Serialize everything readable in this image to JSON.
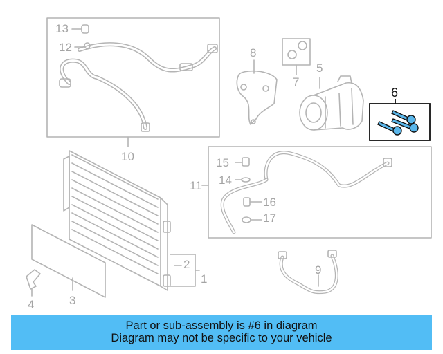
{
  "callouts": {
    "c1": "1",
    "c2": "2",
    "c3": "3",
    "c4": "4",
    "c5": "5",
    "c6": "6",
    "c7": "7",
    "c8": "8",
    "c9": "9",
    "c10": "10",
    "c11": "11",
    "c12": "12",
    "c13": "13",
    "c14": "14",
    "c15": "15",
    "c16": "16",
    "c17": "17"
  },
  "highlighted_part": "6",
  "colors": {
    "line": "#b4b4b4",
    "callout": "#a4a4a4",
    "highlight_box": "#111111",
    "bolt_fill": "#5ab6ea",
    "banner": "#52bdf5"
  },
  "banner": {
    "line1": "Part or sub-assembly is #6 in diagram",
    "line2": "Diagram may not be specific to your vehicle"
  }
}
